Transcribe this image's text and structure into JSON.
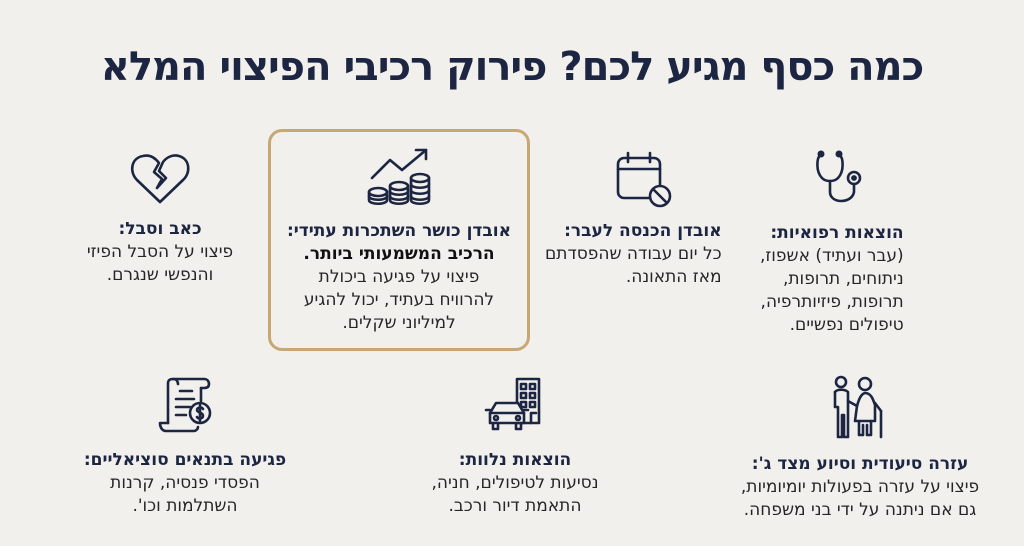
{
  "title": "כמה כסף מגיע לכם? פירוק רכיבי הפיצוי המלא",
  "colors": {
    "background": "#f1f0ec",
    "navy": "#1c2541",
    "body_text": "#262626",
    "highlight_border": "#c7a874"
  },
  "items": [
    {
      "id": "medical",
      "icon": "stethoscope-icon",
      "heading": "הוצאות רפואיות:",
      "lines": [
        "(עבר ועתיד) אשפוז,",
        "ניתוחים, תרופות,",
        "תרופות, פיזיותרפיה,",
        "טיפולים נפשיים."
      ]
    },
    {
      "id": "past-income",
      "icon": "calendar-blocked-icon",
      "heading": "אובדן הכנסה לעבר:",
      "lines": [
        "כל יום עבודה שהפסדתם",
        "מאז התאונה."
      ]
    },
    {
      "id": "future-earning",
      "icon": "growth-coins-icon",
      "highlighted": true,
      "heading": "אובדן כושר השתכרות עתידי:",
      "subheading": "הרכיב המשמעותי ביותר.",
      "lines": [
        "פיצוי על פגיעה ביכולת",
        "להרוויח בעתיד, יכול להגיע",
        "למיליוני שקלים."
      ]
    },
    {
      "id": "pain-suffering",
      "icon": "broken-heart-icon",
      "heading": "כאב וסבל:",
      "lines": [
        "פיצוי על הסבל הפיזי",
        "והנפשי שנגרם."
      ]
    },
    {
      "id": "nursing",
      "icon": "caregiver-icon",
      "heading": "עזרה סיעודית וסיוע מצד ג':",
      "lines": [
        "פיצוי על עזרה בפעולות יומיומיות,",
        "גם אם ניתנה על ידי בני משפחה."
      ]
    },
    {
      "id": "ancillary",
      "icon": "car-building-icon",
      "heading": "הוצאות נלוות:",
      "lines": [
        "נסיעות לטיפולים, חניה,",
        "התאמת דיור ורכב."
      ]
    },
    {
      "id": "social-benefits",
      "icon": "receipt-dollar-icon",
      "heading": "פגיעה בתנאים סוציאליים:",
      "lines": [
        "הפסדי פנסיה, קרנות",
        "השתלמות וכו'."
      ]
    }
  ]
}
